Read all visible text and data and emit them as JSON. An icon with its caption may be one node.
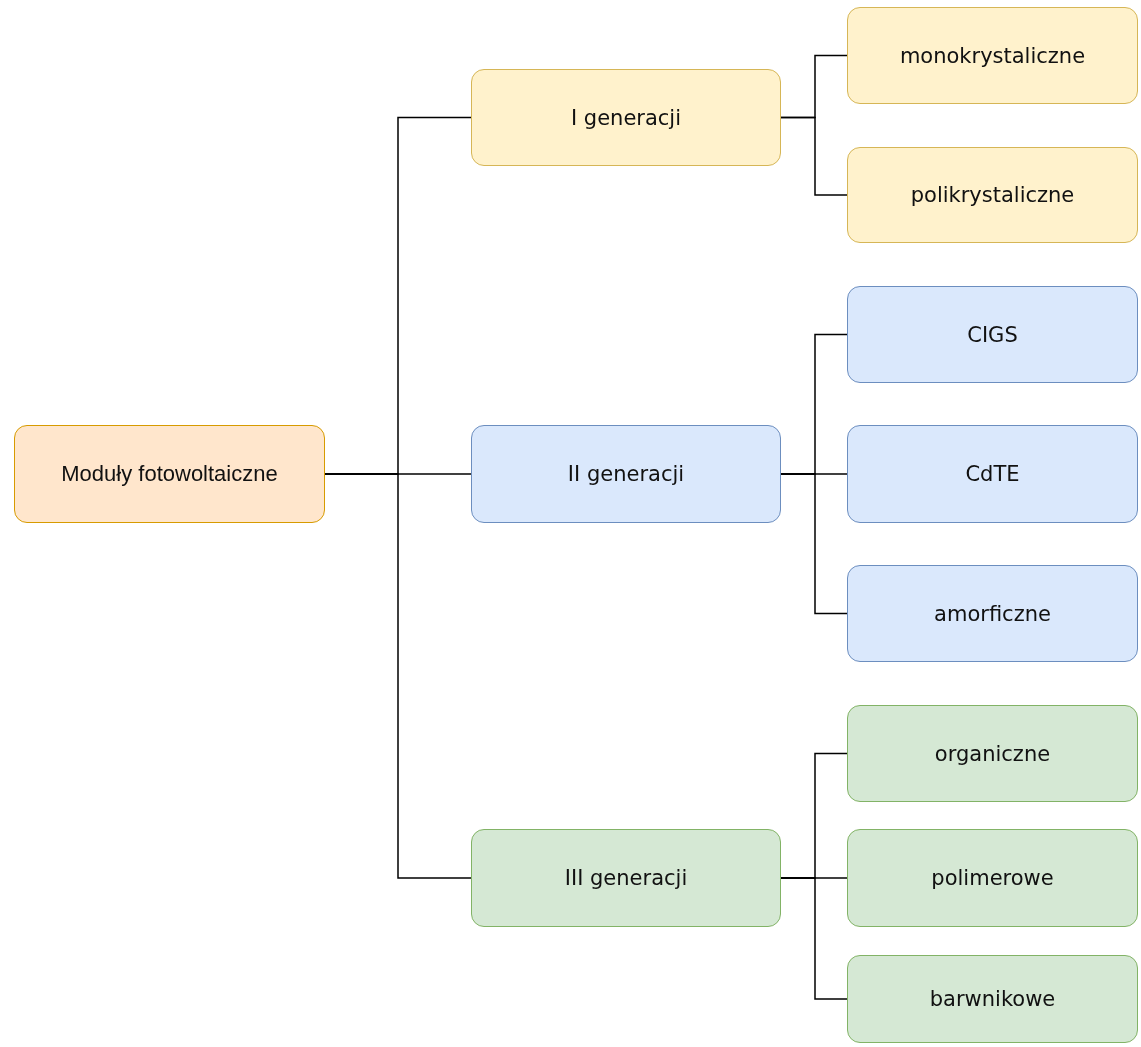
{
  "diagram": {
    "nodes": [
      {
        "text": [
          "Moduły fotowoltaiczne"
        ]
      },
      {
        "text": [
          "I generacji"
        ]
      },
      {
        "text": [
          "monokrystaliczne"
        ]
      },
      {
        "text": [
          "polikrystaliczne"
        ]
      },
      {
        "text": [
          "II generacji"
        ]
      },
      {
        "text": [
          "CIGS"
        ]
      },
      {
        "text": [
          "CdTE"
        ]
      },
      {
        "text": [
          "amorficzne"
        ]
      },
      {
        "text": [
          "III generacji"
        ]
      },
      {
        "text": [
          "organiczne"
        ]
      },
      {
        "text": [
          "polimerowe"
        ]
      },
      {
        "text": [
          "barwnikowe"
        ]
      }
    ],
    "edges": [
      {
        "from": 0,
        "to": 1,
        "arrow": "none"
      },
      {
        "from": 0,
        "to": 4,
        "arrow": "none"
      },
      {
        "from": 0,
        "to": 8,
        "arrow": "none"
      },
      {
        "from": 1,
        "to": 2,
        "arrow": "none"
      },
      {
        "from": 1,
        "to": 3,
        "arrow": "none"
      },
      {
        "from": 4,
        "to": 5,
        "arrow": "none"
      },
      {
        "from": 4,
        "to": 6,
        "arrow": "none"
      },
      {
        "from": 4,
        "to": 7,
        "arrow": "none"
      },
      {
        "from": 8,
        "to": 9,
        "arrow": "none"
      },
      {
        "from": 8,
        "to": 10,
        "arrow": "none"
      },
      {
        "from": 8,
        "to": 11,
        "arrow": "none"
      }
    ]
  }
}
